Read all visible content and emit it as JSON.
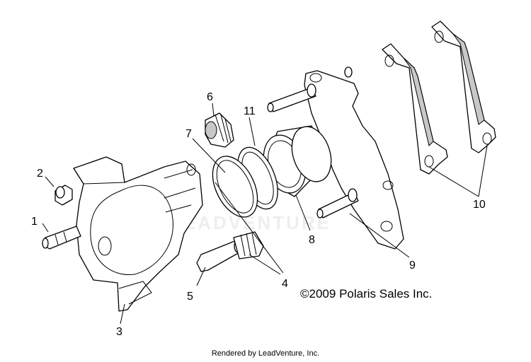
{
  "callouts": {
    "c1": "1",
    "c2": "2",
    "c3": "3",
    "c4": "4",
    "c5": "5",
    "c6": "6",
    "c7": "7",
    "c8": "8",
    "c9": "9",
    "c10": "10",
    "c11": "11"
  },
  "copyright": "©2009 Polaris Sales Inc.",
  "watermark": "LEADVENTURE",
  "footer": "Rendered by LeadVenture, Inc."
}
